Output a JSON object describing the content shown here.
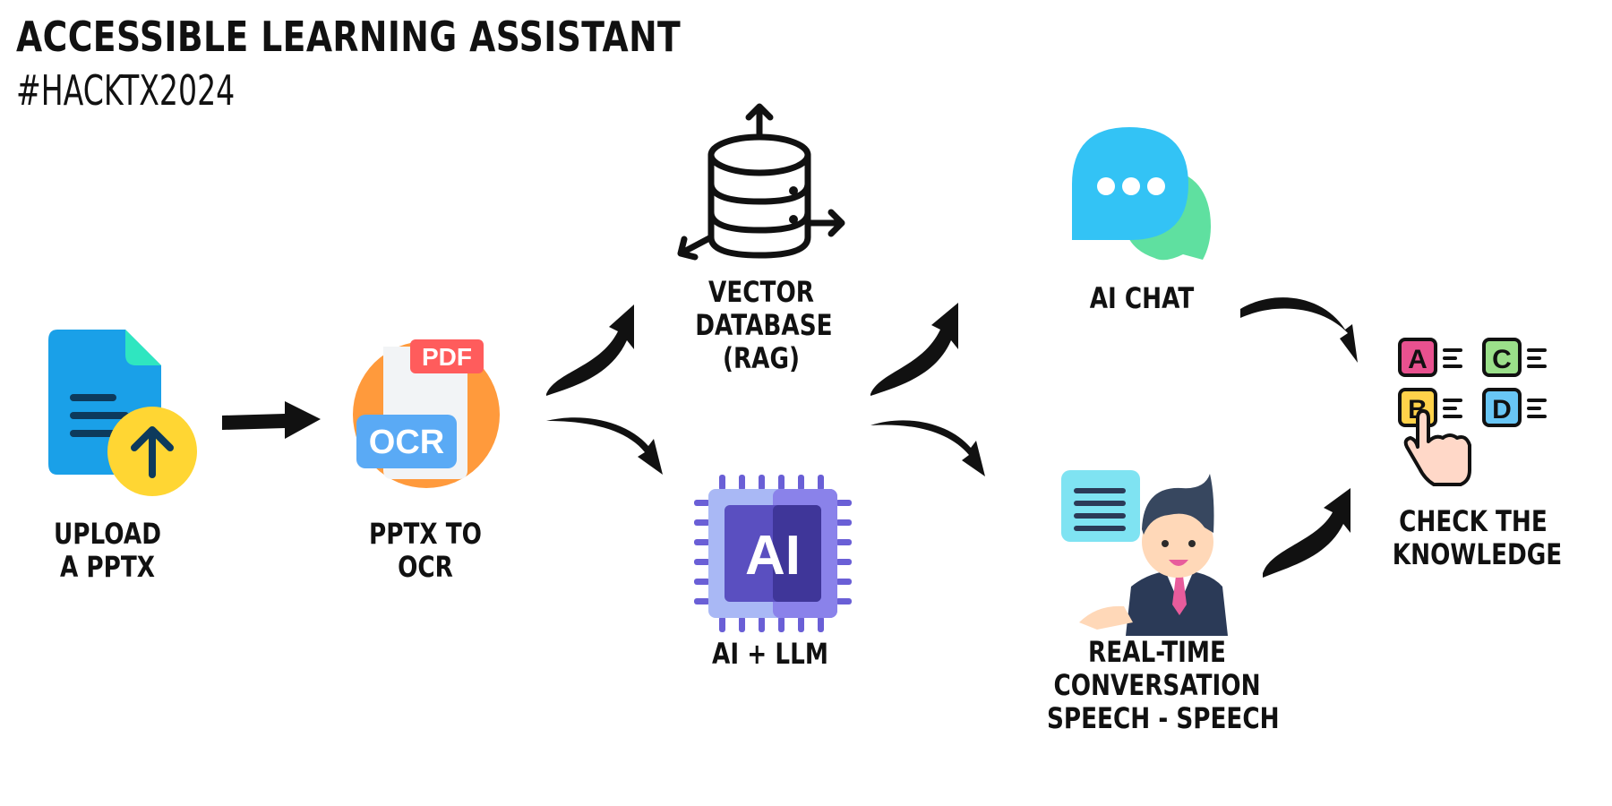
{
  "header": {
    "title": "ACCESSIBLE LEARNING ASSISTANT",
    "subtitle": "#HACKTX2024"
  },
  "nodes": {
    "upload": {
      "lines": [
        "UPLOAD",
        "A PPTX"
      ],
      "icon": "file-upload-icon"
    },
    "ocr": {
      "lines": [
        "PPTX TO",
        "OCR"
      ],
      "icon": "pdf-ocr-icon",
      "badge_pdf": "PDF",
      "badge_ocr": "OCR"
    },
    "vector_db": {
      "lines": [
        "VECTOR",
        "DATABASE",
        "(RAG)"
      ],
      "icon": "database-icon"
    },
    "ai_llm": {
      "lines": [
        "AI + LLM"
      ],
      "icon": "ai-chip-icon",
      "chip_text": "AI"
    },
    "ai_chat": {
      "lines": [
        "AI CHAT"
      ],
      "icon": "chat-bubbles-icon"
    },
    "realtime": {
      "lines": [
        "REAL-TIME",
        "CONVERSATION",
        "SPEECH - SPEECH"
      ],
      "icon": "speaking-person-icon"
    },
    "check": {
      "lines": [
        "CHECK THE",
        "KNOWLEDGE"
      ],
      "icon": "quiz-choice-icon",
      "options": [
        "A",
        "B",
        "C",
        "D"
      ]
    }
  },
  "colors": {
    "arrow": "#111111",
    "doc_blue": "#1aa0e8",
    "upload_yellow": "#ffd633",
    "ocr_orange": "#ff9a3c",
    "pdf_red": "#ff5c5c",
    "ocr_blue": "#5aaaf5",
    "chip_purple": "#6a5fd6",
    "chat_blue": "#33c3f5",
    "chat_green": "#5fe0a0"
  }
}
